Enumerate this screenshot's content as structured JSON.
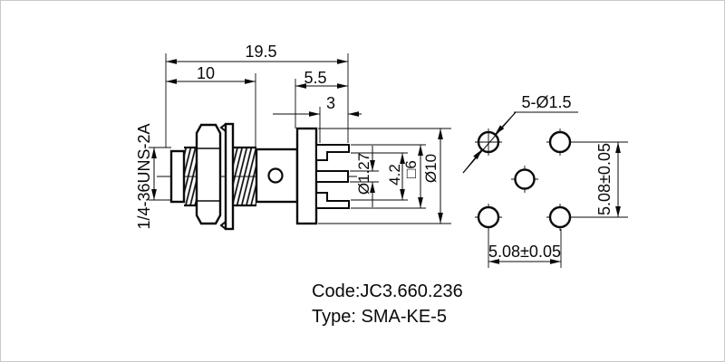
{
  "side_view": {
    "thread_spec": "1/4-36UNS-2A",
    "dim_overall": "19.5",
    "dim_front": "10",
    "dim_rear": "5.5",
    "dim_pin_protrusion": "3",
    "dim_center_pin_dia": "Ø1.27",
    "dim_pin_span_inner": "4.2",
    "dim_pin_span_outer": "□6",
    "dim_flange_dia": "Ø10"
  },
  "end_view": {
    "holes_label": "5-Ø1.5",
    "dim_pitch_vertical": "5.08±0.05",
    "dim_pitch_horizontal": "5.08±0.05"
  },
  "footer": {
    "code": "Code:JC3.660.236",
    "type": "Type: SMA-KE-5"
  }
}
